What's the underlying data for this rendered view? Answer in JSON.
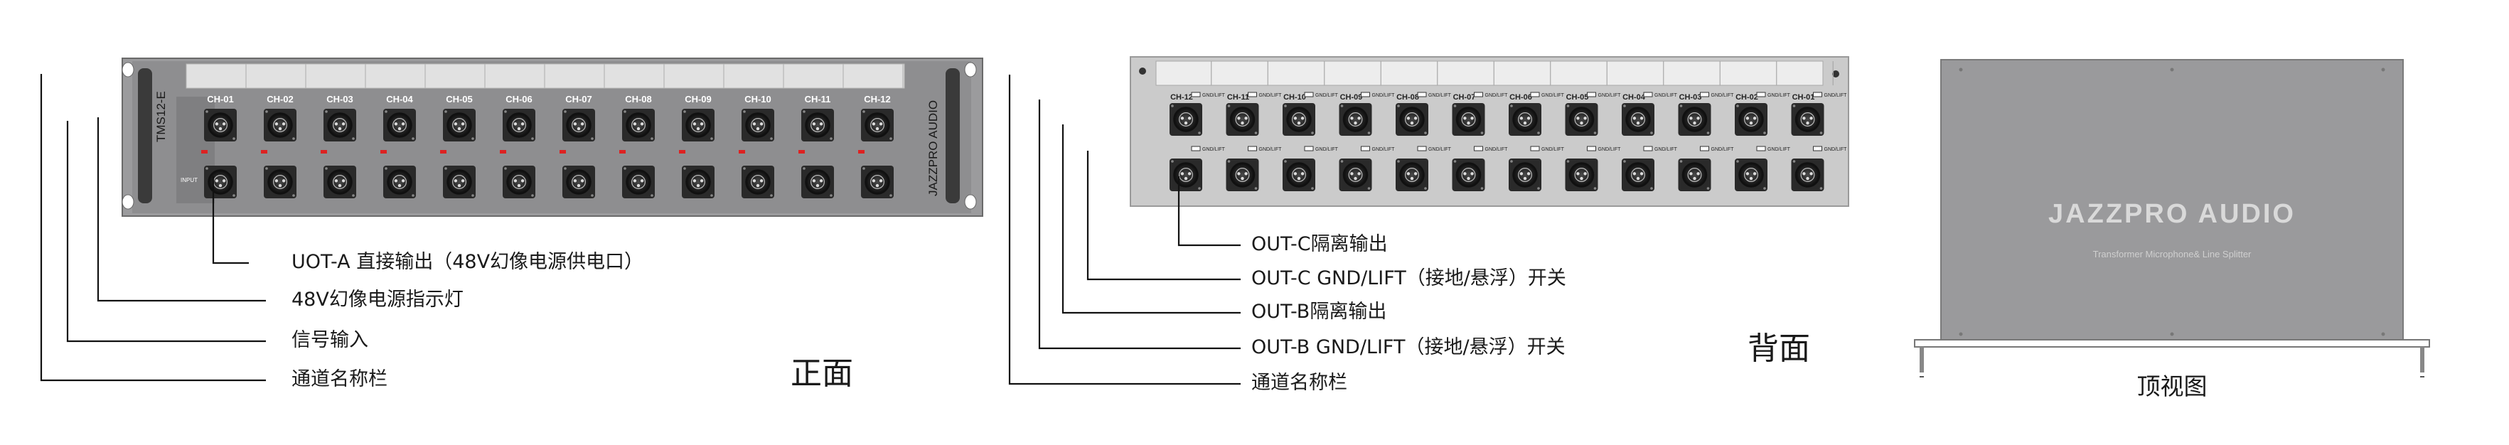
{
  "front": {
    "model": "TMS12-E",
    "brand_vertical": "JAZZPRO AUDIO",
    "channels": [
      "CH-01",
      "CH-02",
      "CH-03",
      "CH-04",
      "CH-05",
      "CH-06",
      "CH-07",
      "CH-08",
      "CH-09",
      "CH-10",
      "CH-11",
      "CH-12"
    ],
    "callouts": [
      "UOT-A 直接输出（48V幻像电源供电口）",
      "48V幻像电源指示灯",
      "信号输入",
      "通道名称栏"
    ],
    "view_title": "正面"
  },
  "back": {
    "channels": [
      "CH-12",
      "CH-11",
      "CH-10",
      "CH-09",
      "CH-08",
      "CH-07",
      "CH-06",
      "CH-05",
      "CH-04",
      "CH-03",
      "CH-02",
      "CH-01"
    ],
    "switch_label": "GND/LIFT",
    "callouts": [
      "OUT-C隔离输出",
      "OUT-C GND/LIFT（接地/悬浮）开关",
      "OUT-B隔离输出",
      "OUT-B GND/LIFT（接地/悬浮）开关",
      "通道名称栏"
    ],
    "view_title": "背面"
  },
  "top": {
    "brand": "JAZZPRO AUDIO",
    "subtitle": "Transformer Microphone& Line Splitter",
    "view_title": "顶视图"
  },
  "colors": {
    "front_panel": "#8e8e90",
    "back_panel": "#c9c9c9",
    "top_cover": "#9a9a9c",
    "connector_dark": "#1c1c1c",
    "leader_line": "#111111"
  }
}
